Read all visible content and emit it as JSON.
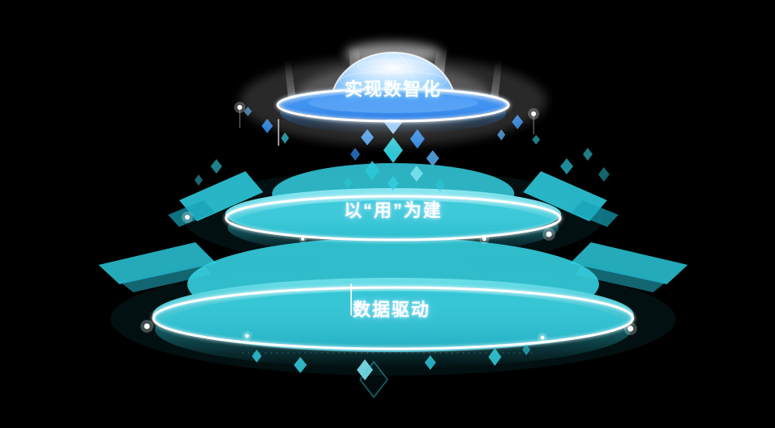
{
  "diagram": {
    "type": "layered-platform-pyramid",
    "background": "#000000",
    "tiers": [
      {
        "key": "top",
        "label": "实现数智化",
        "accent": "#2f8df5"
      },
      {
        "key": "middle",
        "label": "以“用”为建",
        "accent": "#2cc8d9"
      },
      {
        "key": "bottom",
        "label": "数据驱动",
        "accent": "#1fa9bd"
      }
    ],
    "colors": {
      "blue": "#2f8df5",
      "light_blue": "#9fd4ff",
      "teal": "#2cc8d9",
      "light_teal": "#7fe3ee",
      "deep_teal": "#17a3b8",
      "glow_white": "#ffffff"
    }
  }
}
